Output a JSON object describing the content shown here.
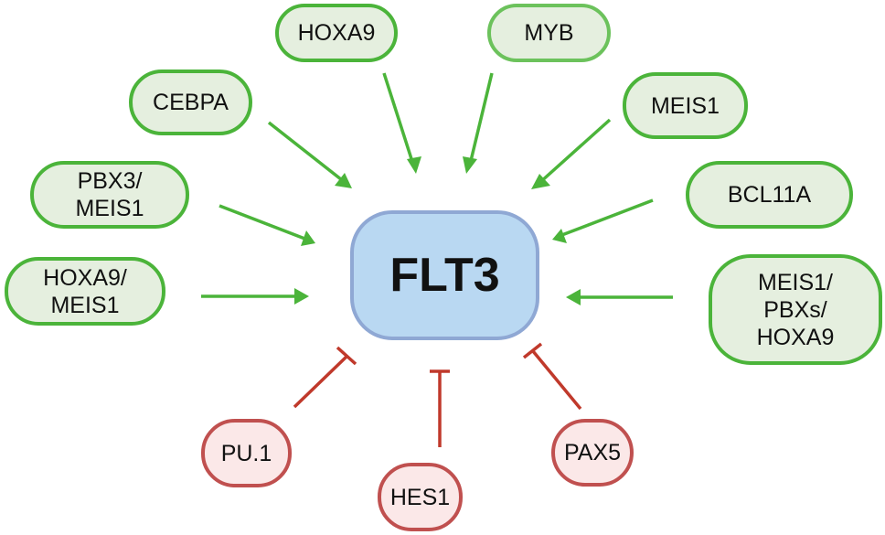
{
  "center": {
    "label": "FLT3",
    "fill": "#b9d8f2",
    "border": "#8fa8d4"
  },
  "colors": {
    "activator_border": "#4bb43a",
    "activator_fill": "#e5efdf",
    "inhibitor_border": "#c0504f",
    "inhibitor_fill": "#fbe8e8",
    "arrow_green": "#4bb43a",
    "inhibit_red": "#c0392b"
  },
  "activators": [
    {
      "id": "cebpa",
      "label": "CEBPA"
    },
    {
      "id": "hoxa9",
      "label": "HOXA9"
    },
    {
      "id": "myb",
      "label": "MYB"
    },
    {
      "id": "meis1",
      "label": "MEIS1"
    },
    {
      "id": "pbx3-meis1",
      "label": "PBX3/\nMEIS1"
    },
    {
      "id": "bcl11a",
      "label": "BCL11A"
    },
    {
      "id": "hoxa9-meis1",
      "label": "HOXA9/\nMEIS1"
    },
    {
      "id": "meis1-pbxs-hoxa9",
      "label": "MEIS1/\nPBXs/\nHOXA9"
    }
  ],
  "inhibitors": [
    {
      "id": "pu1",
      "label": "PU.1"
    },
    {
      "id": "hes1",
      "label": "HES1"
    },
    {
      "id": "pax5",
      "label": "PAX5"
    }
  ],
  "edges": [
    {
      "from": "cebpa",
      "to": "FLT3",
      "type": "activates"
    },
    {
      "from": "hoxa9",
      "to": "FLT3",
      "type": "activates"
    },
    {
      "from": "myb",
      "to": "FLT3",
      "type": "activates"
    },
    {
      "from": "meis1",
      "to": "FLT3",
      "type": "activates"
    },
    {
      "from": "pbx3-meis1",
      "to": "FLT3",
      "type": "activates"
    },
    {
      "from": "bcl11a",
      "to": "FLT3",
      "type": "activates"
    },
    {
      "from": "hoxa9-meis1",
      "to": "FLT3",
      "type": "activates"
    },
    {
      "from": "meis1-pbxs-hoxa9",
      "to": "FLT3",
      "type": "activates"
    },
    {
      "from": "pu1",
      "to": "FLT3",
      "type": "inhibits"
    },
    {
      "from": "hes1",
      "to": "FLT3",
      "type": "inhibits"
    },
    {
      "from": "pax5",
      "to": "FLT3",
      "type": "inhibits"
    }
  ]
}
